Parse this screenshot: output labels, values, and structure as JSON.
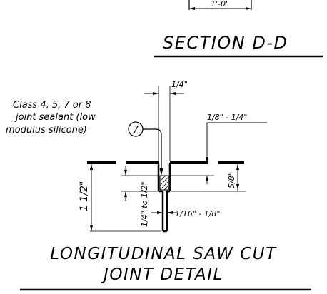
{
  "top_dimension": "1'-0\"",
  "section_title": "SECTION D-D",
  "detail_title_line1": "LONGITUDINAL SAW CUT",
  "detail_title_line2": "JOINT DETAIL",
  "sealant_callout": {
    "line1": "Class 4, 5, 7 or 8",
    "line2": "joint sealant (low",
    "line3": "modulus silicone)",
    "keynote": "7"
  },
  "dimensions": {
    "cut_width": "1/4\"",
    "sealant_recess": "1/8\" - 1/4\"",
    "sealant_depth": "5/8\"",
    "total_depth": "1 1/2\"",
    "reservoir_depth": "1/4\" to 1/2\"",
    "saw_cut_width": "1/16\" - 1/8\""
  }
}
